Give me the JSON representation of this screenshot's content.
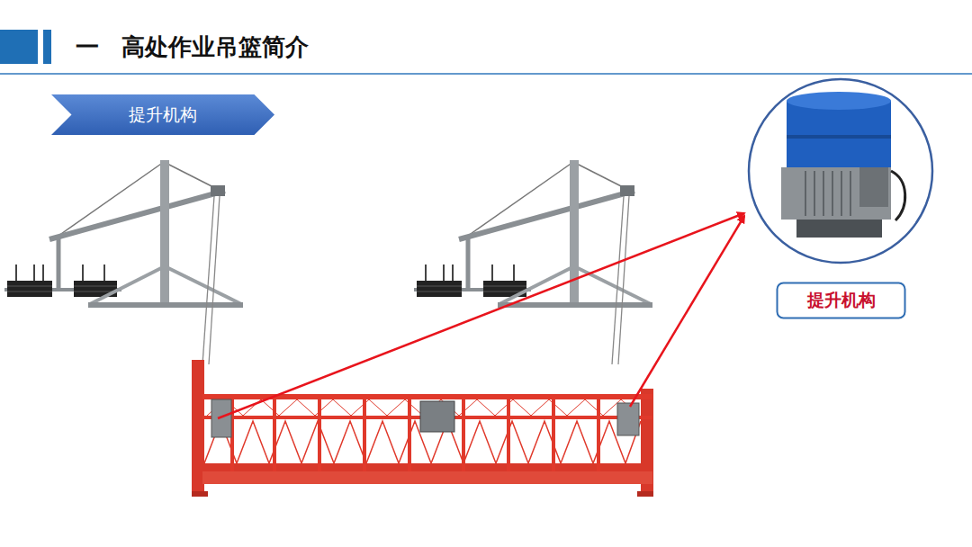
{
  "diagram": {
    "title": "高处作业吊篮简介",
    "nodes": [
      {
        "text": [
          "提升机构"
        ]
      },
      {
        "text": [
          "提升机构"
        ]
      }
    ],
    "labels": [
      "一"
    ]
  }
}
